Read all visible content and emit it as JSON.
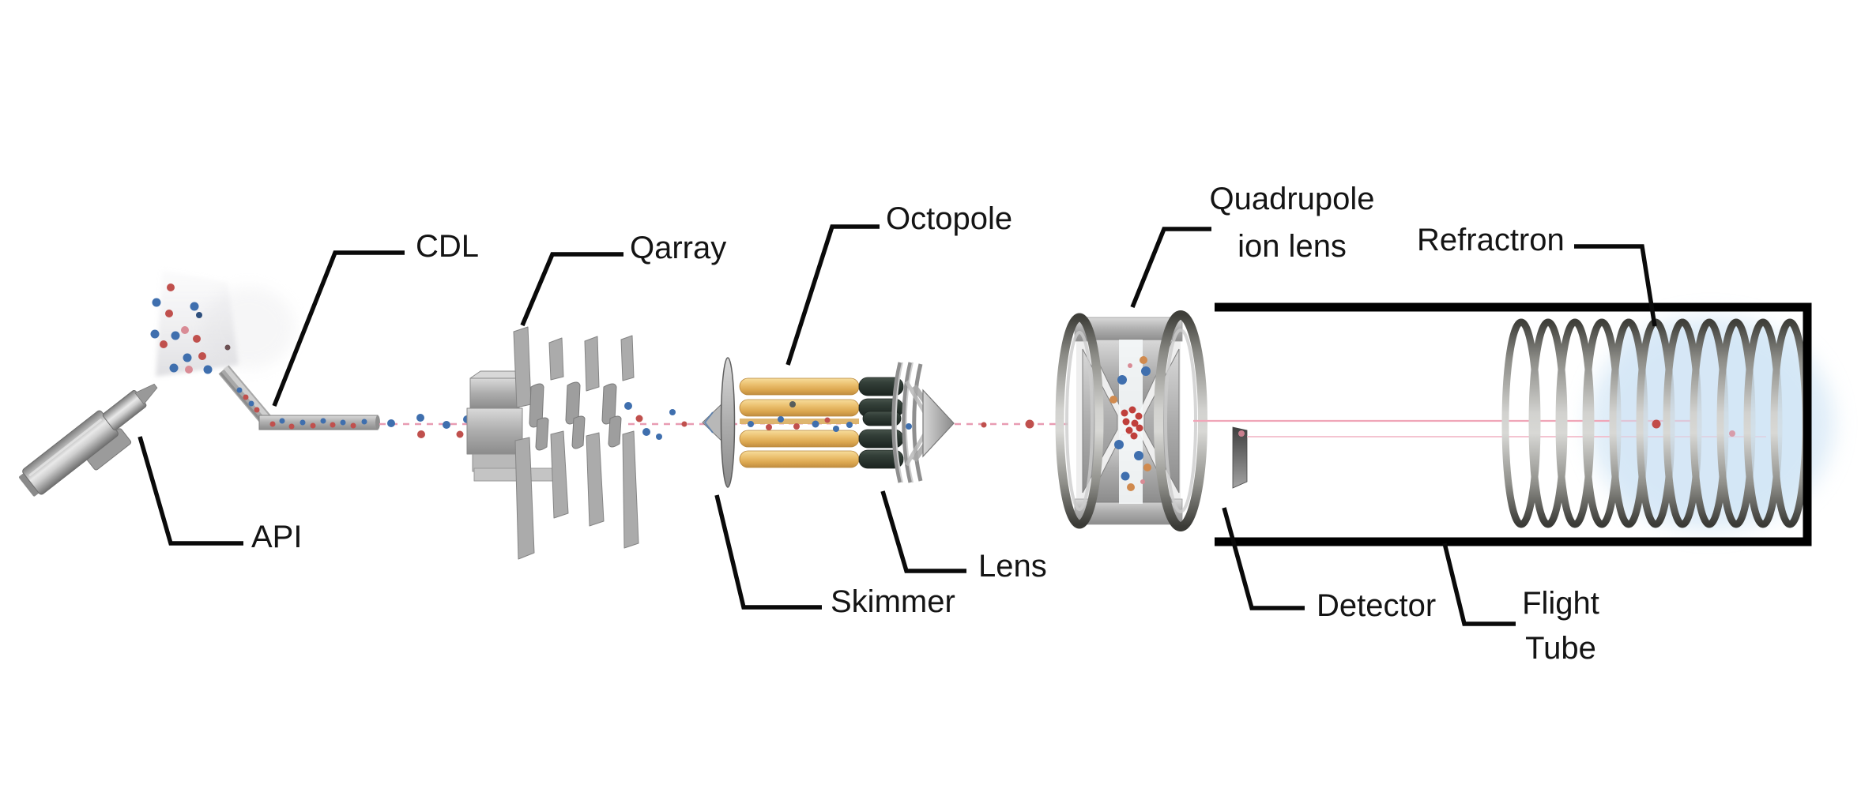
{
  "labels": {
    "api": "API",
    "cdl": "CDL",
    "qarray": "Qarray",
    "octopole": "Octopole",
    "skimmer": "Skimmer",
    "lens": "Lens",
    "quadrupole_line1": "Quadrupole",
    "quadrupole_line2": "ion lens",
    "refractron": "Refractron",
    "detector": "Detector",
    "flight_tube_line1": "Flight",
    "flight_tube_line2": "Tube"
  },
  "colors": {
    "positive_ion_red": "#c0504d",
    "negative_ion_blue": "#3f6fae",
    "pink_ion": "#d98b95",
    "octopole_rod_gold": "#ecc272",
    "octopole_cap_dark": "#2c3731",
    "ion_beam_pink": "#f0a6b8",
    "metal_gray": "#adadad",
    "flight_tube_outline": "#000000",
    "reflectron_glow_blue": "#bcd9f0",
    "label_text": "#141414"
  }
}
